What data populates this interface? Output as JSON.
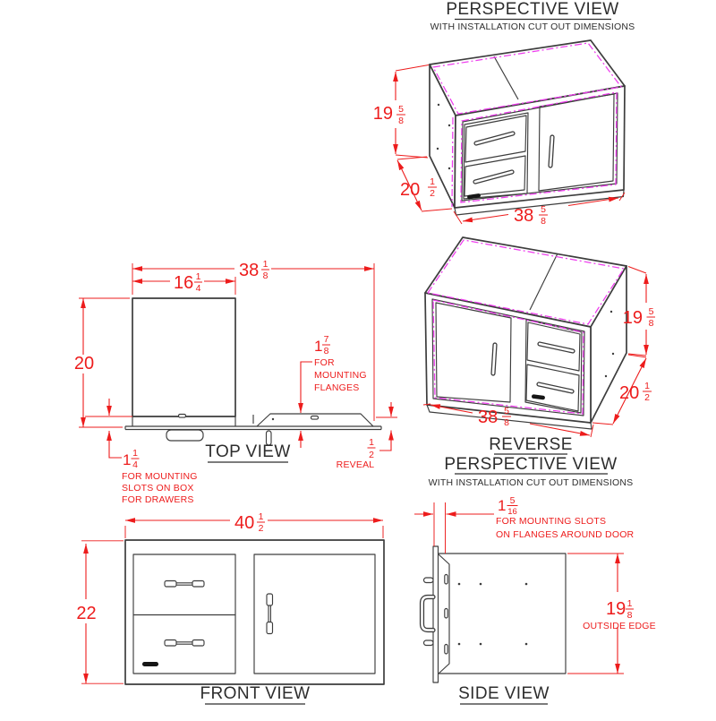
{
  "colors": {
    "dim": "#ed1c1c",
    "cutout": "#ee3cee",
    "line": "#3d3d3d",
    "text": "#2d2d2d",
    "logo": "#161616"
  },
  "perspective": {
    "title": "PERSPECTIVE VIEW",
    "subtitle": "WITH INSTALLATION CUT OUT DIMENSIONS",
    "height": {
      "whole": "19",
      "num": "5",
      "den": "8"
    },
    "depth": {
      "whole": "20",
      "num": "1",
      "den": "2"
    },
    "width": {
      "whole": "38",
      "num": "5",
      "den": "8"
    }
  },
  "reverse": {
    "title_line1": "REVERSE",
    "title_line2": "PERSPECTIVE VIEW",
    "subtitle": "WITH  INSTALLATION CUT OUT DIMENSIONS",
    "height": {
      "whole": "19",
      "num": "5",
      "den": "8"
    },
    "depth": {
      "whole": "20",
      "num": "1",
      "den": "2"
    },
    "width": {
      "whole": "38",
      "num": "5",
      "den": "8"
    }
  },
  "top": {
    "title": "TOP VIEW",
    "overall_width": {
      "whole": "38",
      "num": "1",
      "den": "8"
    },
    "box_width": {
      "whole": "16",
      "num": "1",
      "den": "4"
    },
    "depth": {
      "whole": "20"
    },
    "flange": {
      "whole": "1",
      "num": "7",
      "den": "8",
      "note1": "FOR",
      "note2": "MOUNTING",
      "note3": "FLANGES"
    },
    "mount_slot": {
      "whole": "1",
      "num": "1",
      "den": "4",
      "note1": "FOR MOUNTING",
      "note2": "SLOTS ON BOX",
      "note3": "FOR DRAWERS"
    },
    "reveal": {
      "num": "1",
      "den": "2",
      "note": "REVEAL"
    }
  },
  "front": {
    "title": "FRONT VIEW",
    "width": {
      "whole": "40",
      "num": "1",
      "den": "2"
    },
    "height": {
      "whole": "22"
    }
  },
  "side": {
    "title": "SIDE VIEW",
    "slot": {
      "whole": "1",
      "num": "5",
      "den": "16",
      "note1": "FOR MOUNTING SLOTS",
      "note2": "ON FLANGES AROUND DOOR"
    },
    "height": {
      "whole": "19",
      "num": "1",
      "den": "8",
      "note": "OUTSIDE EDGE"
    }
  }
}
